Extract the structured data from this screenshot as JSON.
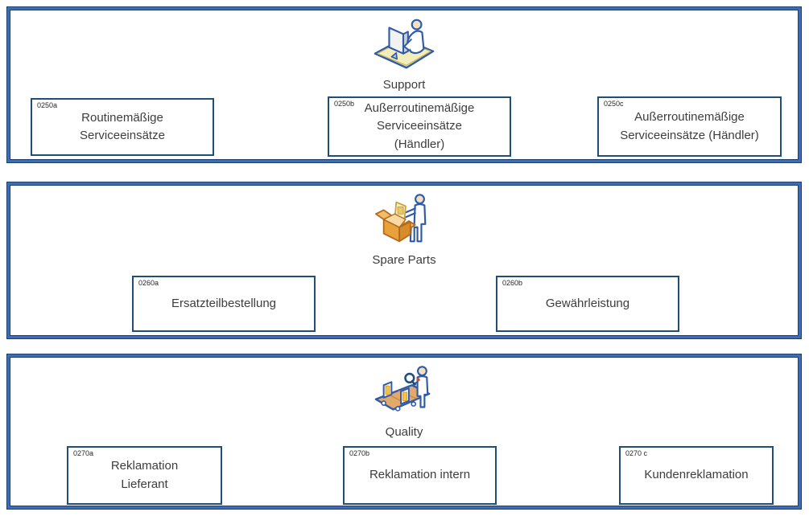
{
  "colors": {
    "panel_border_dark": "#1C3E6E",
    "panel_border_light": "#3E6DB5",
    "box_border": "#1F4E79",
    "text": "#3d3d3d",
    "icon_outline": "#2E5AA8",
    "icon_floor_yellow": "#F3EDBC",
    "icon_carton_orange": "#E9A13B",
    "icon_conveyor_tan": "#E3A96B",
    "icon_skin": "#F3DFC2"
  },
  "sections": [
    {
      "id": "support",
      "label": "Support",
      "icon": "support-person-at-computer-icon",
      "boxes": [
        {
          "code": "0250a",
          "label": "Routinemäßige Serviceeinsätze"
        },
        {
          "code": "0250b",
          "label": "Außerroutinemäßige Serviceeinsätze (Händler)"
        },
        {
          "code": "0250c",
          "label": "Außerroutinemäßige Serviceeinsätze (Händler)"
        }
      ]
    },
    {
      "id": "spare-parts",
      "label": "Spare Parts",
      "icon": "open-box-with-person-icon",
      "boxes": [
        {
          "code": "0260a",
          "label": "Ersatzteilbestellung"
        },
        {
          "code": "0260b",
          "label": "Gewährleistung"
        }
      ]
    },
    {
      "id": "quality",
      "label": "Quality",
      "icon": "inspection-magnifier-conveyor-icon",
      "boxes": [
        {
          "code": "0270a",
          "label": "Reklamation Lieferant"
        },
        {
          "code": "0270b",
          "label": "Reklamation intern"
        },
        {
          "code": "0270 c",
          "label": "Kundenreklamation"
        }
      ]
    }
  ]
}
